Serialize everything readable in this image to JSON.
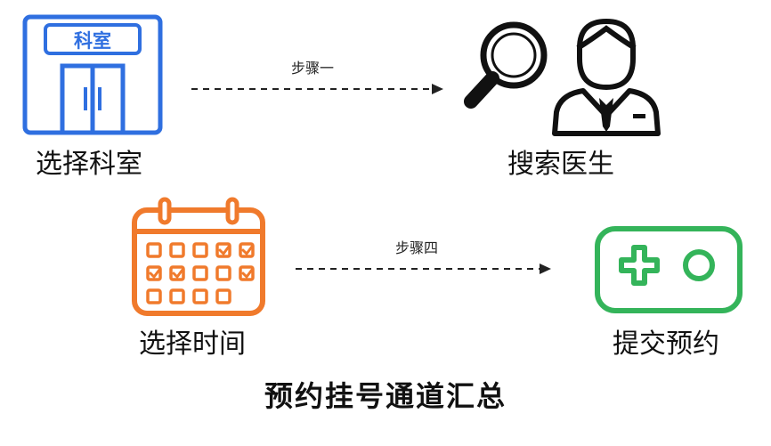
{
  "title": "预约挂号通道汇总",
  "steps": {
    "dept": {
      "label": "选择科室",
      "sign": "科室"
    },
    "doctor": {
      "label": "搜索医生"
    },
    "time": {
      "label": "选择时间"
    },
    "submit": {
      "label": "提交预约"
    }
  },
  "arrows": {
    "one": {
      "label": "步骤一"
    },
    "four": {
      "label": "步骤四"
    }
  },
  "colors": {
    "dept_blue": "#2f6fe0",
    "calendar_orange": "#f07a2c",
    "gamepad_green": "#34b45a",
    "doctor_black": "#111111"
  },
  "icons": {
    "dept": "building-door-icon",
    "doctor": "magnifier-doctor-icon",
    "time": "calendar-icon",
    "submit": "gamepad-icon"
  }
}
